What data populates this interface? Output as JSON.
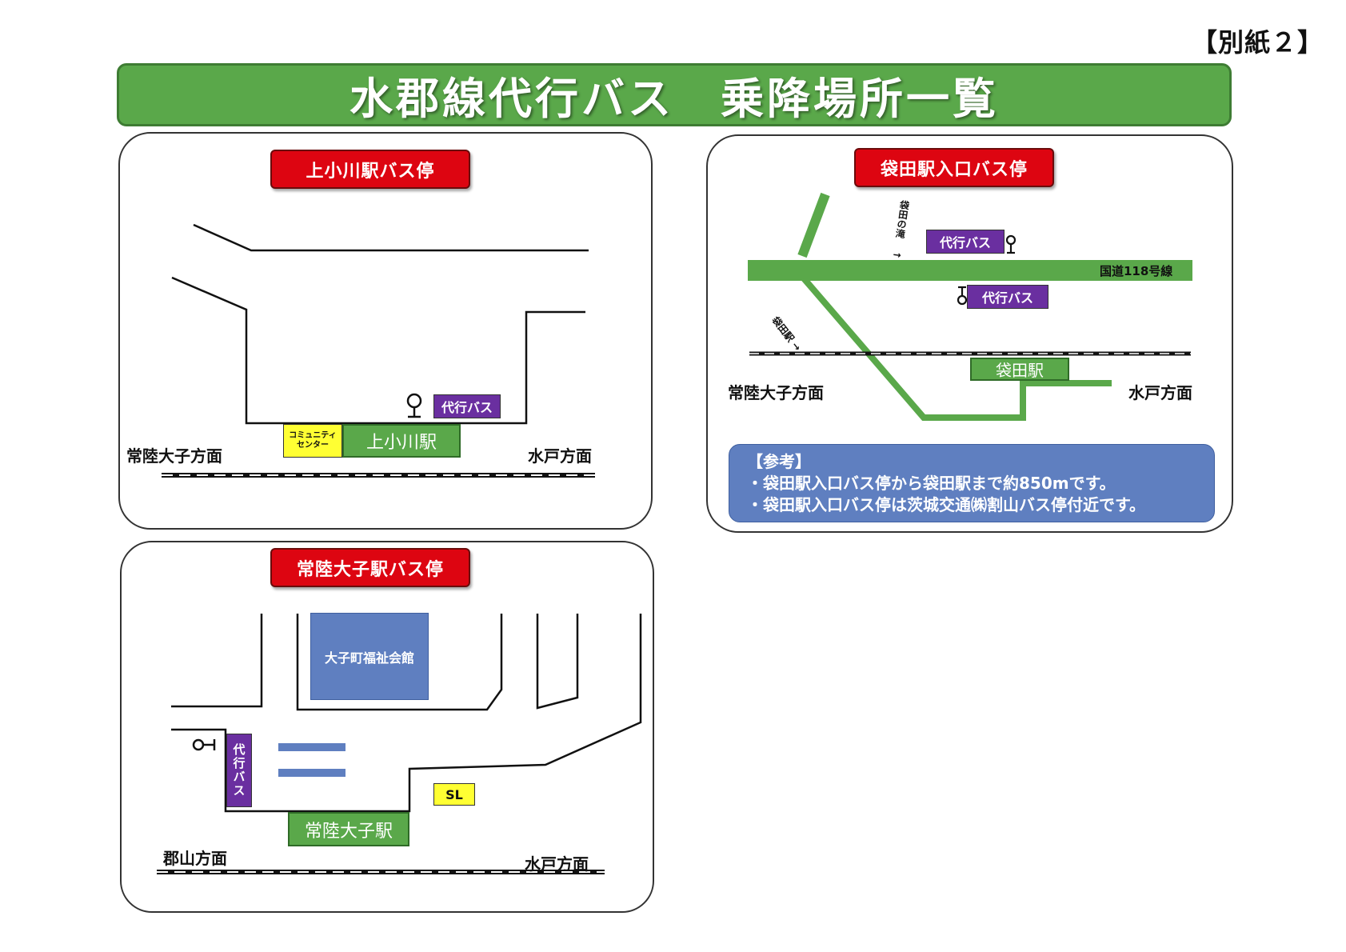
{
  "attachment_label": "【別紙２】",
  "title": "水郡線代行バス　乗降場所一覧",
  "kamiogawa": {
    "heading": "上小川駅バス停",
    "station": "上小川駅",
    "community_center": "コミュニティ\nセンター",
    "bus_label": "代行バス",
    "west_direction": "常陸大子方面",
    "east_direction": "水戸方面"
  },
  "fukuroda": {
    "heading": "袋田駅入口バス停",
    "route": "国道118号線",
    "to_falls": "袋田の滝 →",
    "to_station": "袋田駅 →",
    "bus_label_north": "代行バス",
    "bus_label_south": "代行バス",
    "station": "袋田駅",
    "west_direction": "常陸大子方面",
    "east_direction": "水戸方面",
    "note_title": "【参考】",
    "note_lines": [
      "・袋田駅入口バス停から袋田駅まで約850mです。",
      "・袋田駅入口バス停は茨城交通㈱割山バス停付近です。"
    ]
  },
  "hitachidaigo": {
    "heading": "常陸大子駅バス停",
    "building": "大子町福祉会館",
    "bus_label": "代行バス",
    "sl": "SL",
    "station": "常陸大子駅",
    "west_direction": "郡山方面",
    "east_direction": "水戸方面"
  },
  "colors": {
    "green": "#5aa84a",
    "red": "#dd0511",
    "purple": "#6a2fa0",
    "yellow": "#ffff33",
    "blue": "#5f7fc0"
  },
  "icons": [
    "bus-stop-icon"
  ]
}
